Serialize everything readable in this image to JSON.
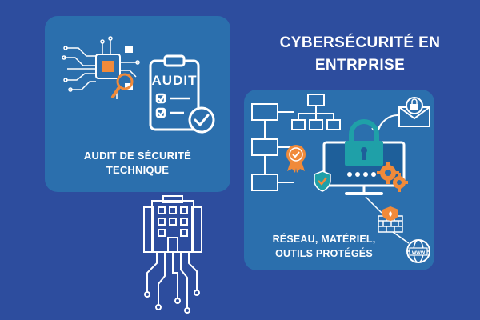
{
  "title": {
    "line1": "CYBERSÉCURITÉ EN",
    "line2": "ENTRPRISE"
  },
  "left_card": {
    "clipboard_text": "AUDIT",
    "label_line1": "AUDIT DE SÉCURITÉ",
    "label_line2": "TECHNIQUE"
  },
  "right_card": {
    "label_line1": "RÉSEAU, MATÉRIEL,",
    "label_line2": "OUTILS PROTÉGÉS",
    "globe_text": "www"
  },
  "colors": {
    "background": "#2d4d9e",
    "card": "#2b6fad",
    "orange_accent": "#f08a3a",
    "teal_accent": "#1fa0a8",
    "white": "#ffffff"
  },
  "icons": {
    "circuit": "circuit-chip-icon",
    "magnifier": "magnifier-icon",
    "clipboard": "audit-clipboard-icon",
    "checkmark": "check-circle-icon",
    "building": "building-icon",
    "network": "network-diagram-icon",
    "folders": "folder-tree-icon",
    "email": "secure-email-icon",
    "monitor": "monitor-lock-icon",
    "badge": "award-badge-icon",
    "shield": "shield-check-icon",
    "gears": "gears-icon",
    "firewall": "firewall-icon",
    "globe": "globe-www-icon"
  }
}
